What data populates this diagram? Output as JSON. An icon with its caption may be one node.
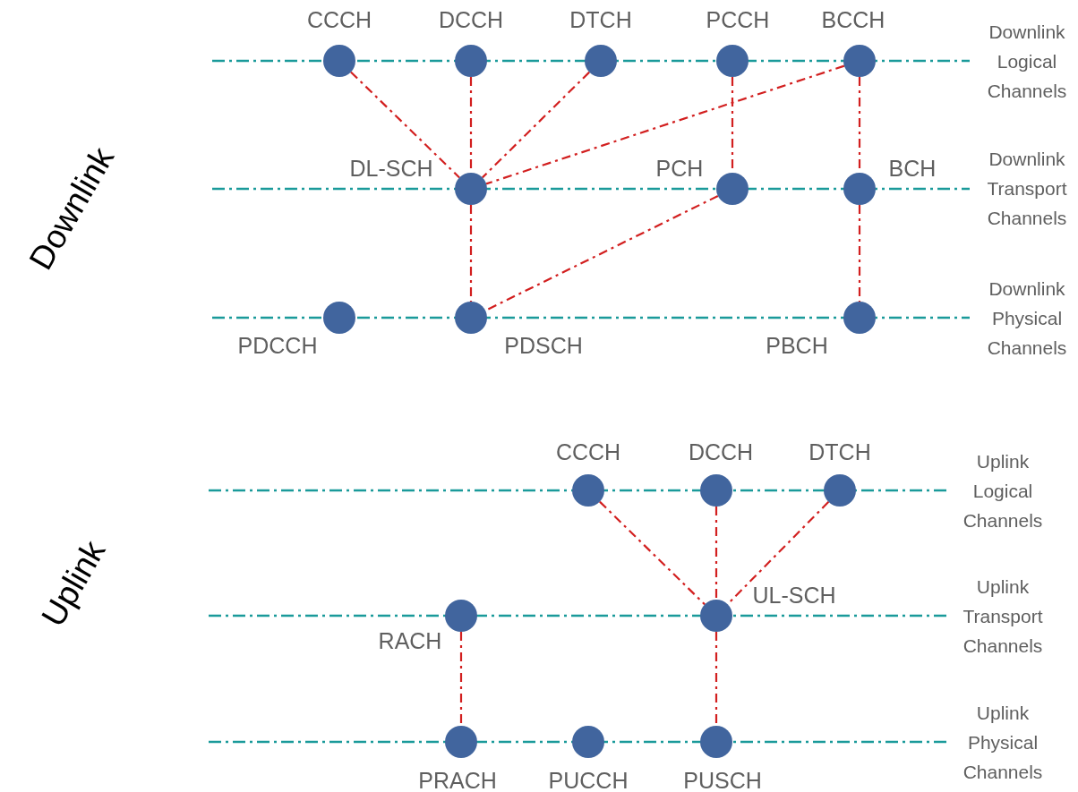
{
  "diagram": {
    "nodes": [
      {
        "text": [],
        "shape": "circle",
        "beside": [
          "CCCH"
        ]
      },
      {
        "text": [],
        "shape": "circle",
        "beside": [
          "DCCH"
        ]
      },
      {
        "text": [],
        "shape": "circle",
        "beside": [
          "DTCH"
        ]
      },
      {
        "text": [],
        "shape": "circle",
        "beside": [
          "PCCH"
        ]
      },
      {
        "text": [],
        "shape": "circle",
        "beside": [
          "BCCH"
        ]
      },
      {
        "text": [],
        "shape": "circle",
        "beside": [
          "DL-SCH"
        ]
      },
      {
        "text": [],
        "shape": "circle",
        "beside": [
          "PCH"
        ]
      },
      {
        "text": [],
        "shape": "circle",
        "beside": [
          "BCH"
        ]
      },
      {
        "text": [],
        "shape": "circle",
        "beside": [
          "PDCCH"
        ]
      },
      {
        "text": [],
        "shape": "circle",
        "beside": [
          "PDSCH"
        ]
      },
      {
        "text": [],
        "shape": "circle",
        "beside": [
          "PBCH"
        ]
      },
      {
        "text": [],
        "shape": "circle",
        "beside": [
          "CCCH"
        ]
      },
      {
        "text": [],
        "shape": "circle",
        "beside": [
          "DCCH"
        ]
      },
      {
        "text": [],
        "shape": "circle",
        "beside": [
          "DTCH"
        ]
      },
      {
        "text": [],
        "shape": "circle",
        "beside": [
          "RACH"
        ]
      },
      {
        "text": [],
        "shape": "circle",
        "beside": [
          "UL-SCH"
        ]
      },
      {
        "text": [],
        "shape": "circle",
        "beside": [
          "PRACH"
        ]
      },
      {
        "text": [],
        "shape": "circle",
        "beside": [
          "PUCCH"
        ]
      },
      {
        "text": [],
        "shape": "circle",
        "beside": [
          "PUSCH"
        ]
      }
    ],
    "edges": [
      {
        "from": 0,
        "to": 5,
        "arrow": "none"
      },
      {
        "from": 1,
        "to": 5,
        "arrow": "none"
      },
      {
        "from": 2,
        "to": 5,
        "arrow": "none"
      },
      {
        "from": 4,
        "to": 5,
        "arrow": "none"
      },
      {
        "from": 3,
        "to": 6,
        "arrow": "none"
      },
      {
        "from": 4,
        "to": 7,
        "arrow": "none"
      },
      {
        "from": 5,
        "to": 9,
        "arrow": "none"
      },
      {
        "from": 6,
        "to": 9,
        "arrow": "none"
      },
      {
        "from": 7,
        "to": 10,
        "arrow": "none"
      },
      {
        "from": 11,
        "to": 15,
        "arrow": "none"
      },
      {
        "from": 12,
        "to": 15,
        "arrow": "none"
      },
      {
        "from": 13,
        "to": 15,
        "arrow": "none"
      },
      {
        "from": 14,
        "to": 16,
        "arrow": "none"
      },
      {
        "from": 15,
        "to": 18,
        "arrow": "none"
      }
    ],
    "labels": [
      "Downlink",
      "Downlink Logical Channels",
      "Downlink Transport Channels",
      "Downlink Physical Channels",
      "Uplink",
      "Uplink Logical Channels",
      "Uplink Transport Channels",
      "Uplink Physical Channels"
    ]
  }
}
